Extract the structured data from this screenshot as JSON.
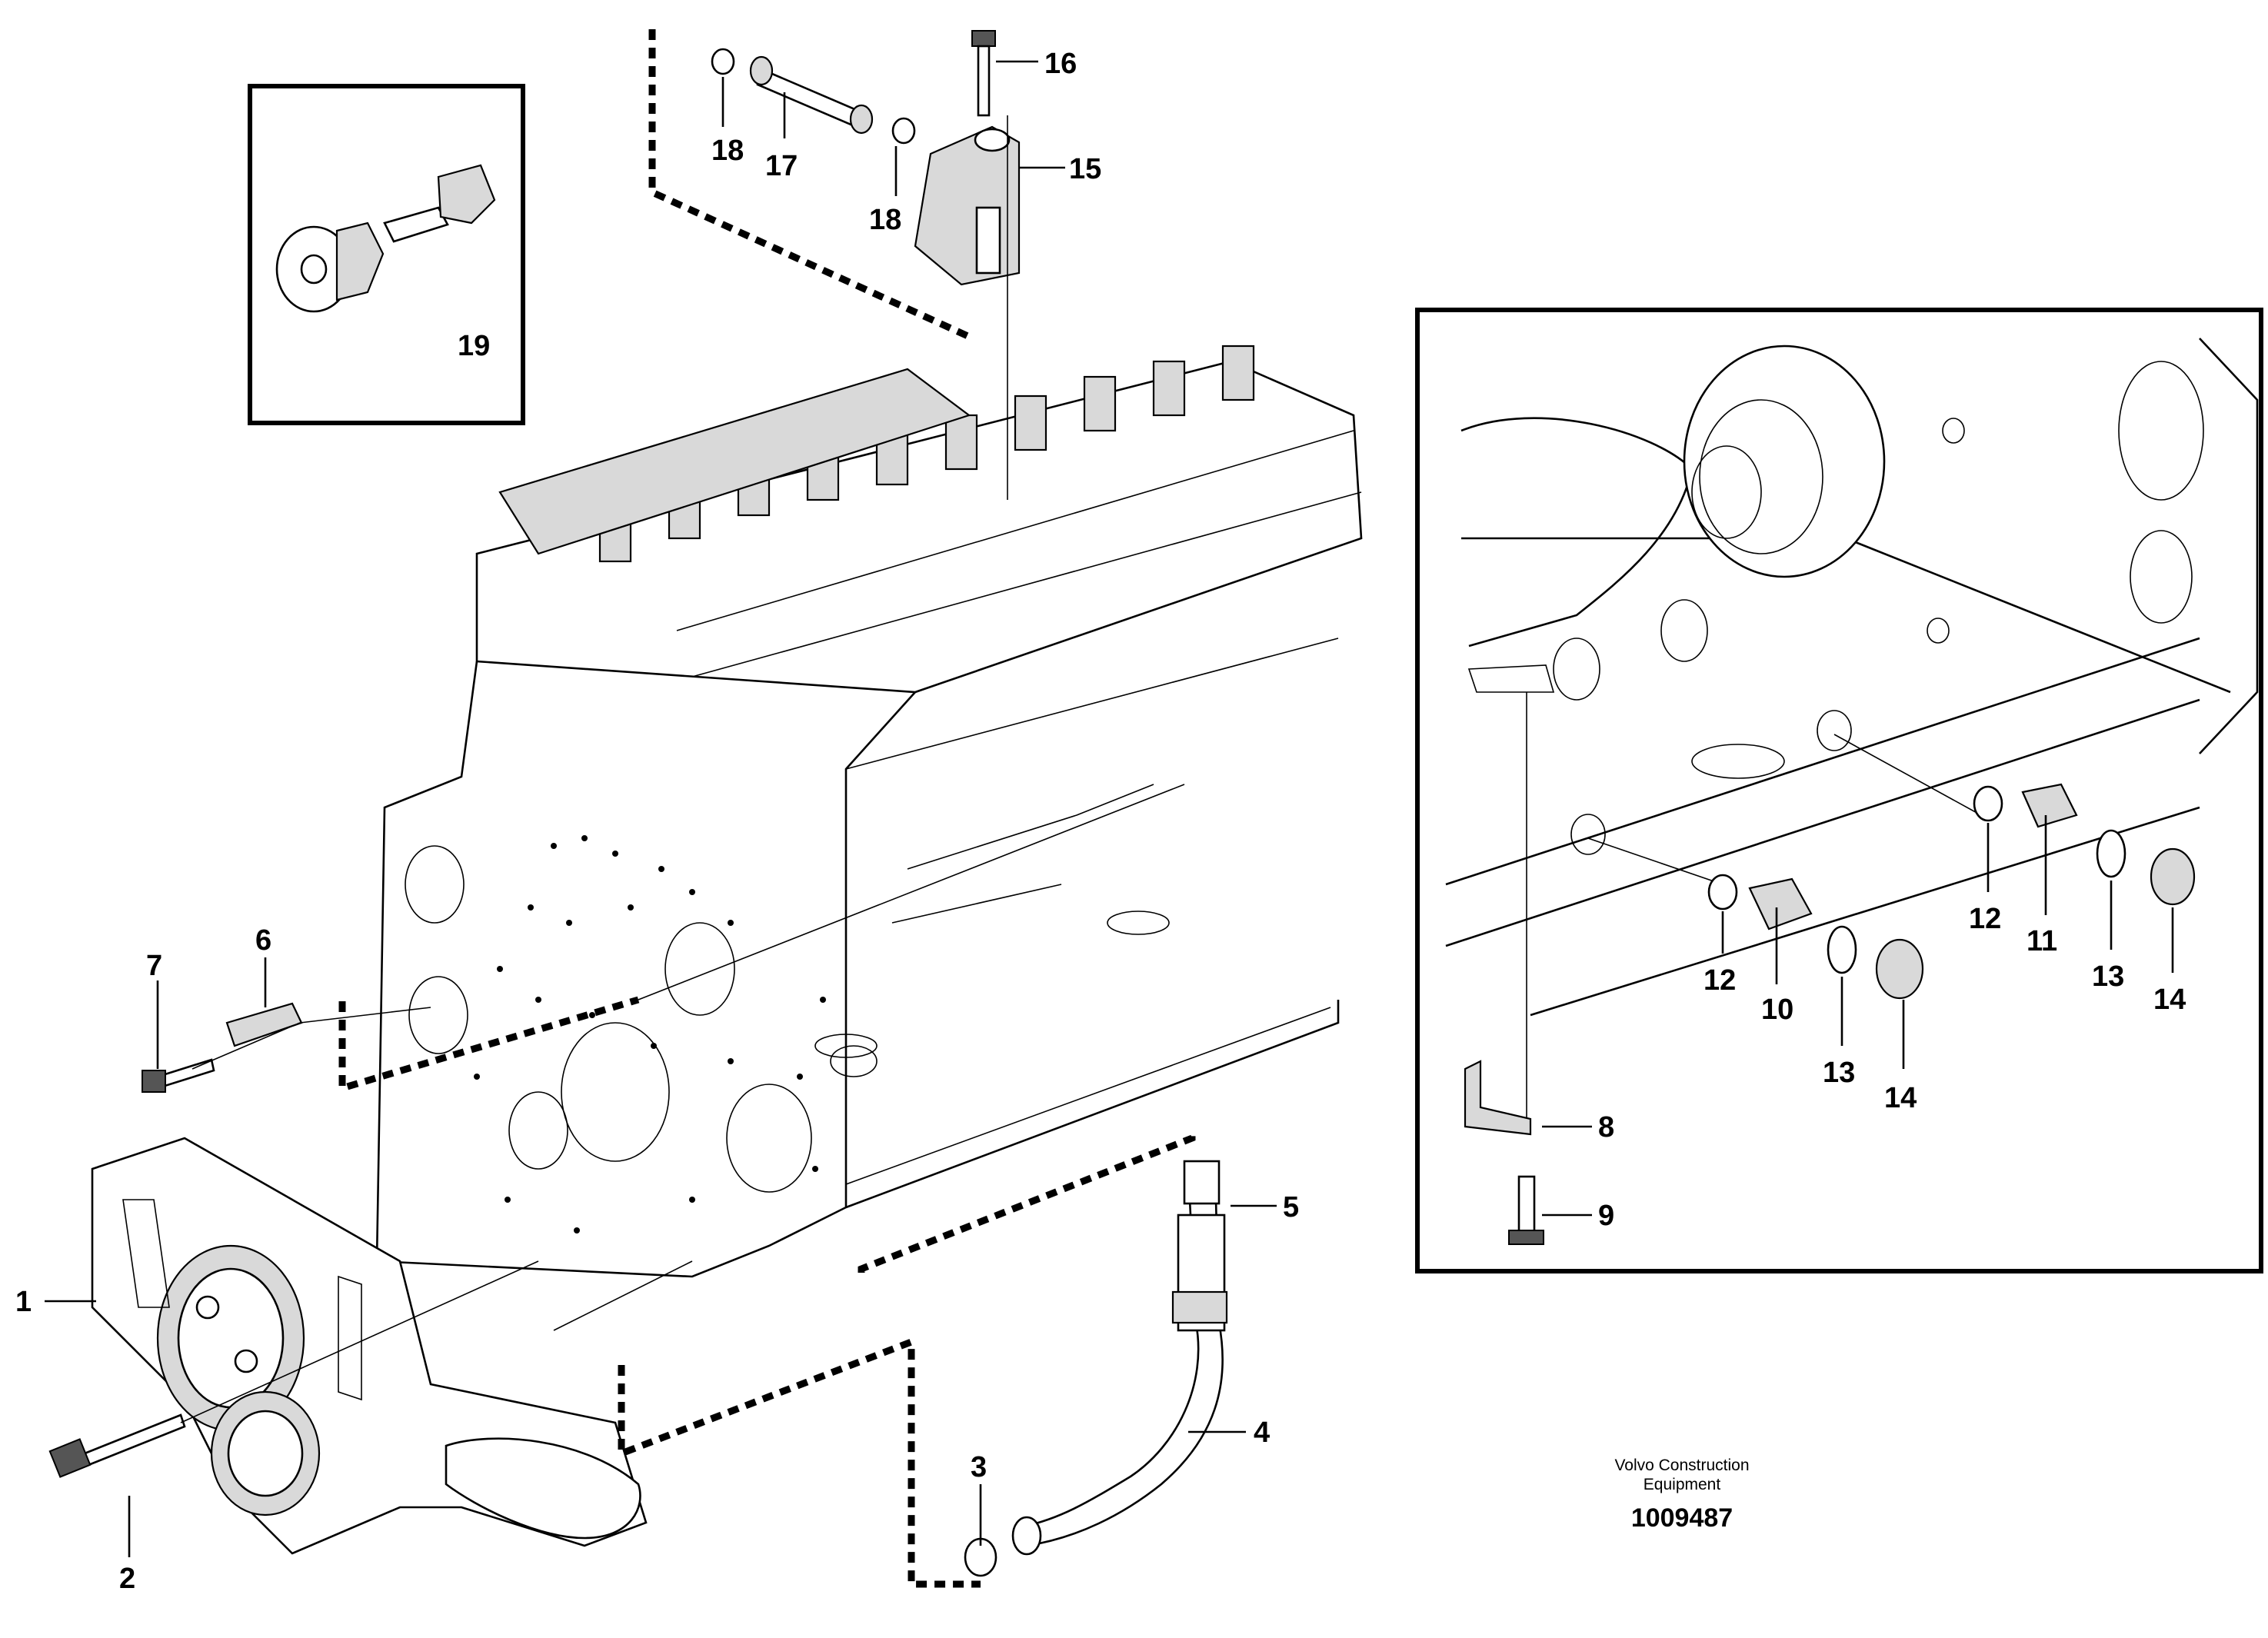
{
  "callouts": {
    "c1": "1",
    "c2": "2",
    "c3": "3",
    "c4": "4",
    "c5": "5",
    "c6": "6",
    "c7": "7",
    "c8": "8",
    "c9": "9",
    "c10": "10",
    "c11": "11",
    "c12a": "12",
    "c12b": "12",
    "c13a": "13",
    "c13b": "13",
    "c14a": "14",
    "c14b": "14",
    "c15": "15",
    "c16": "16",
    "c17": "17",
    "c18a": "18",
    "c18b": "18",
    "c19": "19"
  },
  "caption": {
    "company_line1": "Volvo Construction",
    "company_line2": "Equipment",
    "doc_number": "1009487"
  }
}
